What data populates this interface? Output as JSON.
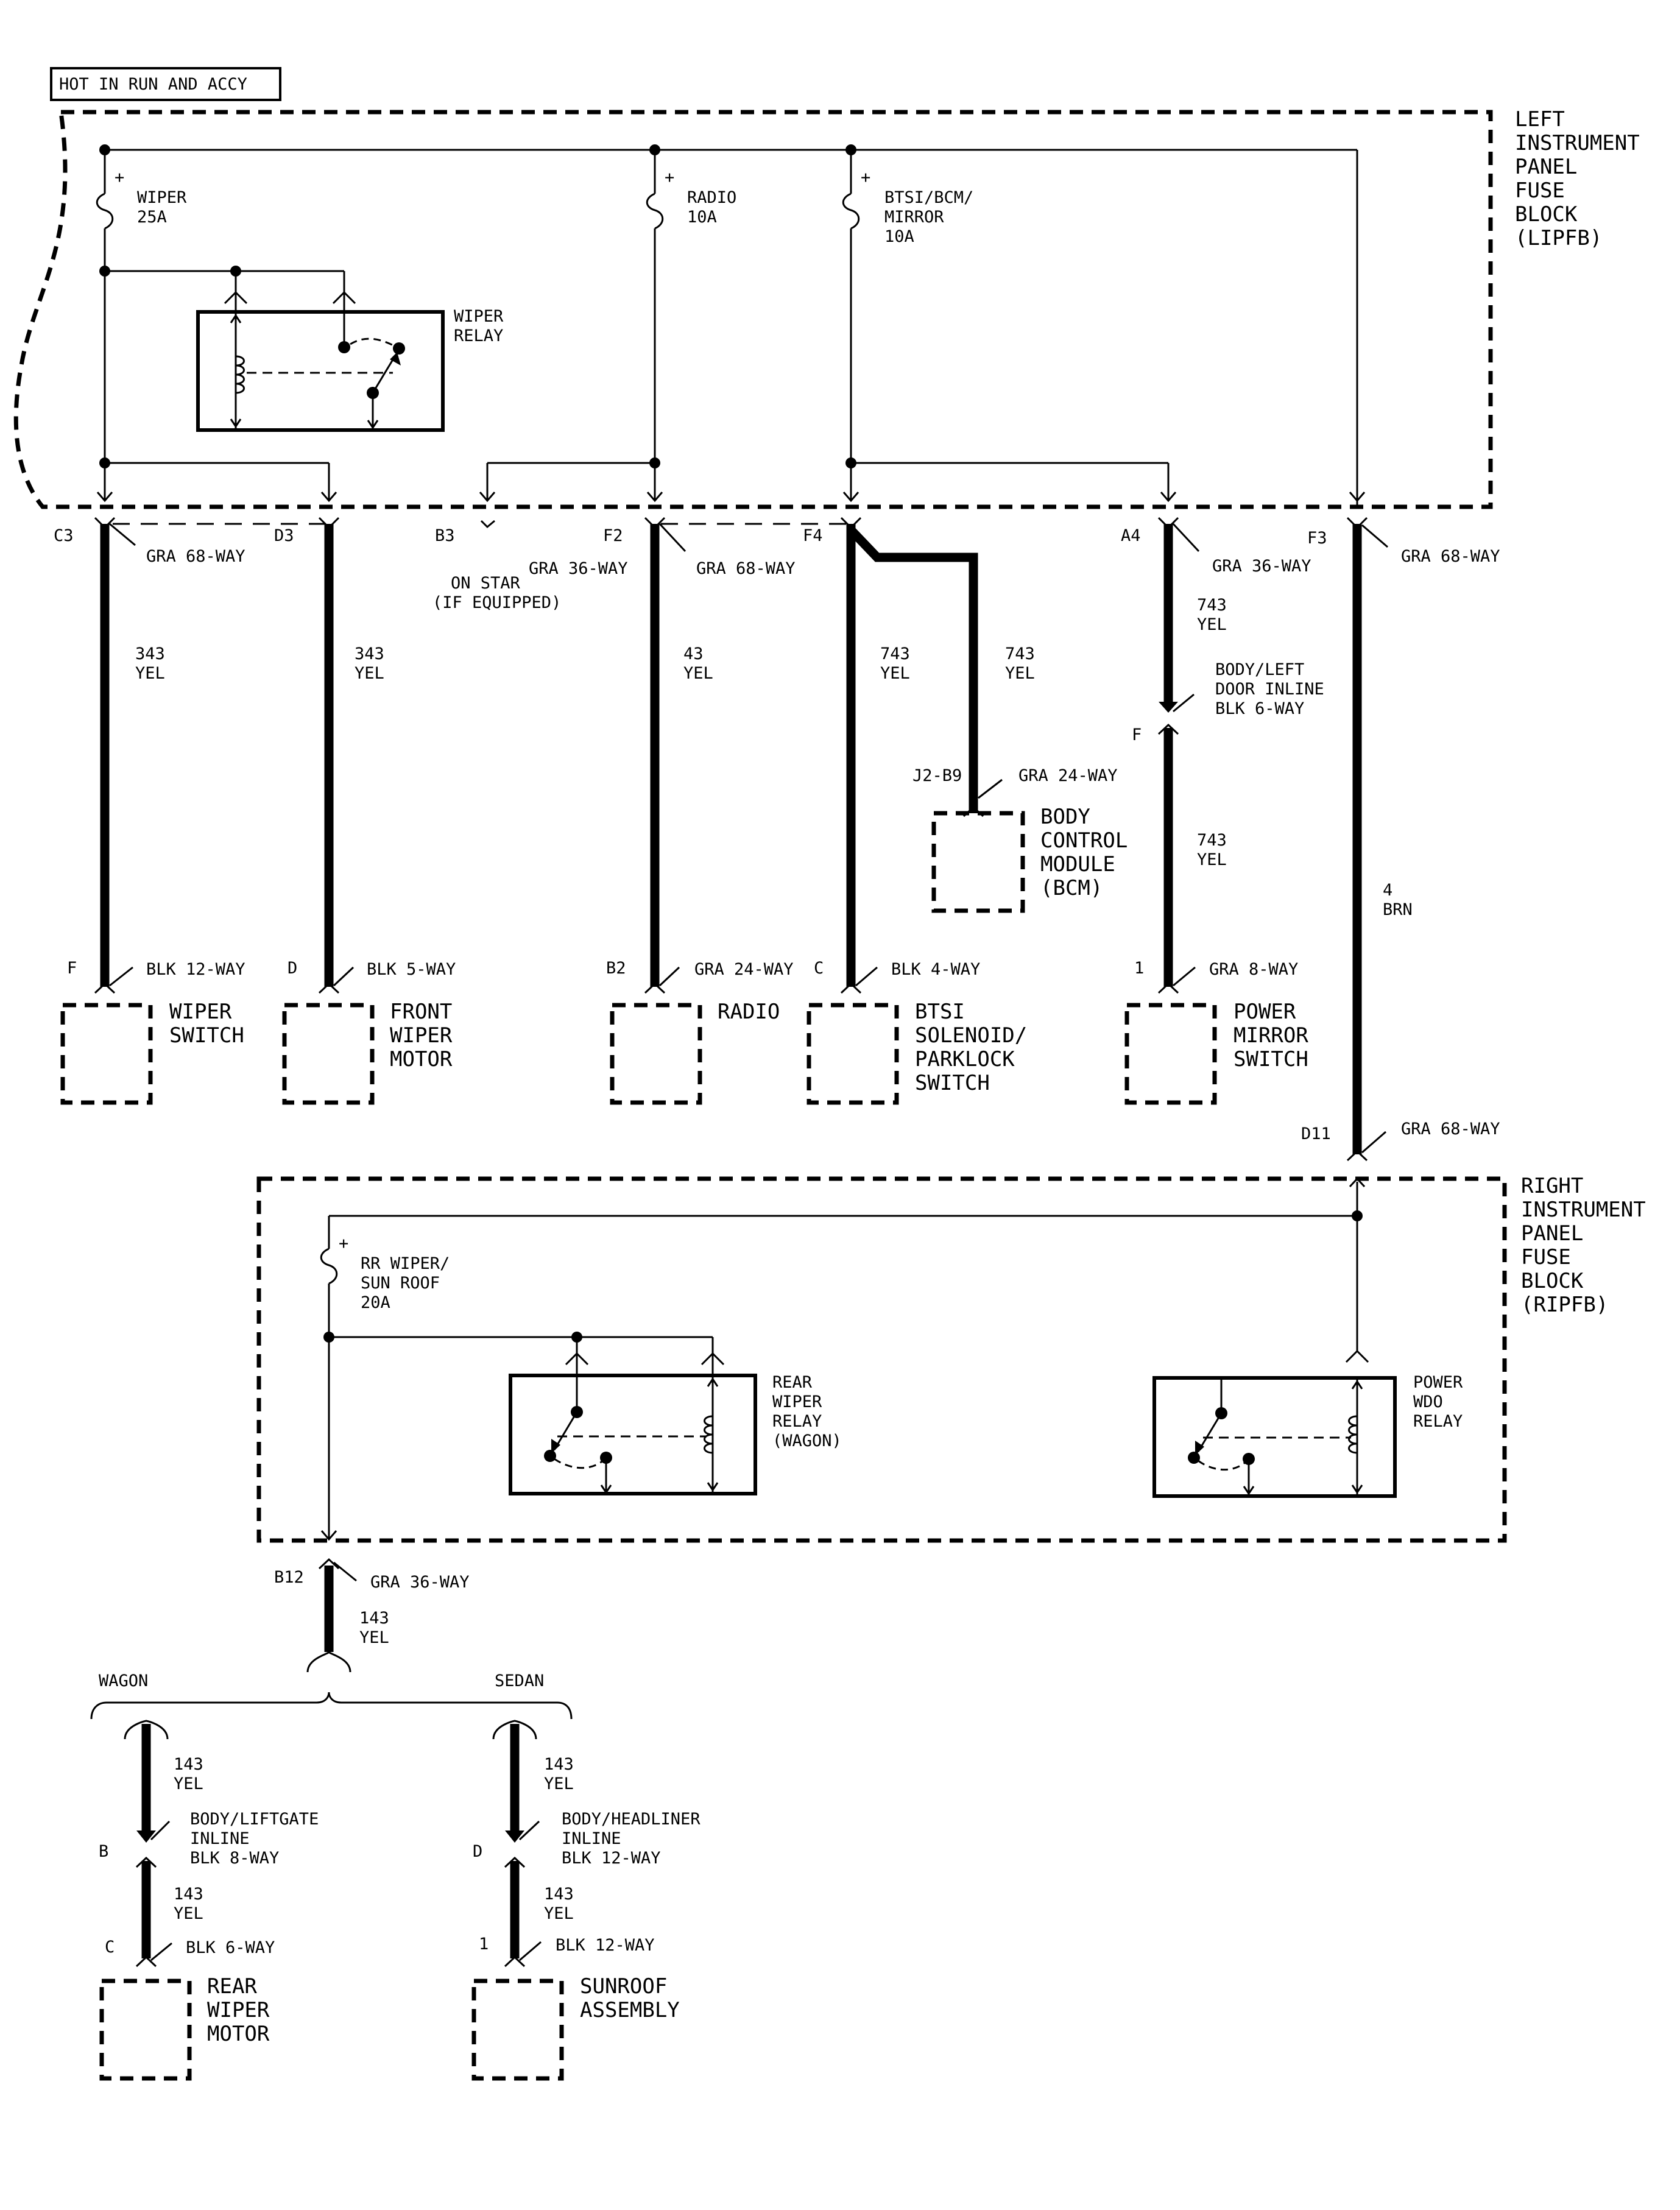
{
  "header": {
    "title": "HOT IN RUN AND ACCY"
  },
  "lipfb": {
    "line1": "LEFT",
    "line2": "INSTRUMENT",
    "line3": "PANEL",
    "line4": "FUSE",
    "line5": "BLOCK",
    "line6": "(LIPFB)"
  },
  "ripfb": {
    "line1": "RIGHT",
    "line2": "INSTRUMENT",
    "line3": "PANEL",
    "line4": "FUSE",
    "line5": "BLOCK",
    "line6": "(RIPFB)"
  },
  "fuses": {
    "wiper": {
      "name": "WIPER",
      "rating": "25A"
    },
    "radio": {
      "name": "RADIO",
      "rating": "10A"
    },
    "btsi": {
      "name1": "BTSI/BCM/",
      "name2": "MIRROR",
      "rating": "10A"
    },
    "rr": {
      "name1": "RR WIPER/",
      "name2": "SUN ROOF",
      "rating": "20A"
    }
  },
  "relays": {
    "wiper": {
      "line1": "WIPER",
      "line2": "RELAY"
    },
    "rear": {
      "line1": "REAR",
      "line2": "WIPER",
      "line3": "RELAY",
      "line4": "(WAGON)"
    },
    "powerwdo": {
      "line1": "POWER",
      "line2": "WDO",
      "line3": "RELAY"
    }
  },
  "plus": "+",
  "pins": {
    "c3": "C3",
    "d3": "D3",
    "b3": "B3",
    "f2": "F2",
    "f4": "F4",
    "a4": "A4",
    "f3": "F3",
    "f_wiper": "F",
    "d_motor": "D",
    "b2": "B2",
    "c_btsi": "C",
    "f_inline": "F",
    "one_mirror": "1",
    "j2b9": "J2-B9",
    "d11": "D11",
    "b12": "B12",
    "b_wagon": "B",
    "c_wagon": "C",
    "d_sedan": "D",
    "one_sedan": "1"
  },
  "connectors": {
    "c3": "GRA 68-WAY",
    "b3": "GRA 36-WAY",
    "f2": "GRA 68-WAY",
    "a4": "GRA 36-WAY",
    "f3": "GRA 68-WAY",
    "j2b9": "GRA 24-WAY",
    "wiper_switch": "BLK 12-WAY",
    "motor": "BLK 5-WAY",
    "radio": "GRA 24-WAY",
    "btsi": "BLK 4-WAY",
    "mirror": "GRA 8-WAY",
    "d11": "GRA 68-WAY",
    "b12": "GRA 36-WAY",
    "wagon_inline1": "BODY/LIFTGATE",
    "wagon_inline2": "INLINE",
    "wagon_inline3": "BLK 8-WAY",
    "rear_motor": "BLK 6-WAY",
    "sedan_inline1": "BODY/HEADLINER",
    "sedan_inline2": "INLINE",
    "sedan_inline3": "BLK 12-WAY",
    "sunroof": "BLK 12-WAY",
    "door_inline1": "BODY/LEFT",
    "door_inline2": "DOOR INLINE",
    "door_inline3": "BLK 6-WAY"
  },
  "onstar": {
    "line1": "ON STAR",
    "line2": "(IF EQUIPPED)"
  },
  "wires": {
    "w343a": {
      "num": "343",
      "color": "YEL"
    },
    "w343b": {
      "num": "343",
      "color": "YEL"
    },
    "w43": {
      "num": "43",
      "color": "YEL"
    },
    "w743a": {
      "num": "743",
      "color": "YEL"
    },
    "w743b": {
      "num": "743",
      "color": "YEL"
    },
    "w743c": {
      "num": "743",
      "color": "YEL"
    },
    "w743d": {
      "num": "743",
      "color": "YEL"
    },
    "w4": {
      "num": "4",
      "color": "BRN"
    },
    "w143a": {
      "num": "143",
      "color": "YEL"
    },
    "w143b": {
      "num": "143",
      "color": "YEL"
    },
    "w143c": {
      "num": "143",
      "color": "YEL"
    },
    "w143d": {
      "num": "143",
      "color": "YEL"
    },
    "w143e": {
      "num": "143",
      "color": "YEL"
    }
  },
  "components": {
    "wiper_switch": {
      "line1": "WIPER",
      "line2": "SWITCH"
    },
    "front_motor": {
      "line1": "FRONT",
      "line2": "WIPER",
      "line3": "MOTOR"
    },
    "radio": {
      "line1": "RADIO"
    },
    "btsi": {
      "line1": "BTSI",
      "line2": "SOLENOID/",
      "line3": "PARKLOCK",
      "line4": "SWITCH"
    },
    "mirror": {
      "line1": "POWER",
      "line2": "MIRROR",
      "line3": "SWITCH"
    },
    "bcm": {
      "line1": "BODY",
      "line2": "CONTROL",
      "line3": "MODULE",
      "line4": "(BCM)"
    },
    "rear_motor": {
      "line1": "REAR",
      "line2": "WIPER",
      "line3": "MOTOR"
    },
    "sunroof": {
      "line1": "SUNROOF",
      "line2": "ASSEMBLY"
    }
  },
  "variants": {
    "wagon": "WAGON",
    "sedan": "SEDAN"
  }
}
